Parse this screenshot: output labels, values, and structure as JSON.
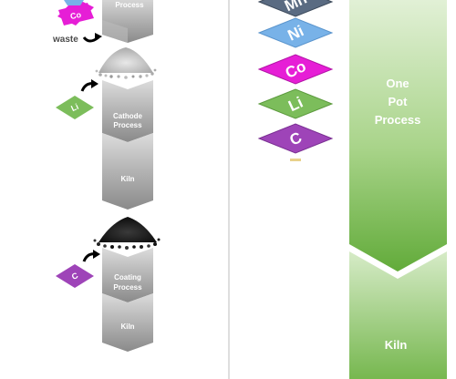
{
  "left": {
    "top_step": "Process",
    "waste_label": "waste",
    "cathode_step": "Cathode Process",
    "cathode_line1": "Cathode",
    "cathode_line2": "Process",
    "kiln_1": "Kiln",
    "coating_line1": "Coating",
    "coating_line2": "Process",
    "kiln_2": "Kiln",
    "tiles": {
      "co": "Co",
      "li": "Li",
      "c": "C"
    }
  },
  "right": {
    "elements": [
      "Mn",
      "Ni",
      "Co",
      "Li",
      "C"
    ],
    "one_pot_line1": "One",
    "one_pot_line2": "Pot",
    "one_pot_line3": "Process",
    "kiln": "Kiln"
  },
  "colors": {
    "mn": "#5a6b82",
    "ni": "#78b2e8",
    "co": "#e61ed6",
    "li": "#7cbd5b",
    "c": "#9e44b8",
    "grey_arrow_top": "#d7d7d7",
    "grey_arrow_bottom": "#8d8d8d",
    "green_light": "#dcedcf",
    "green_dark": "#6fb245",
    "divider": "#bdbdbd"
  }
}
